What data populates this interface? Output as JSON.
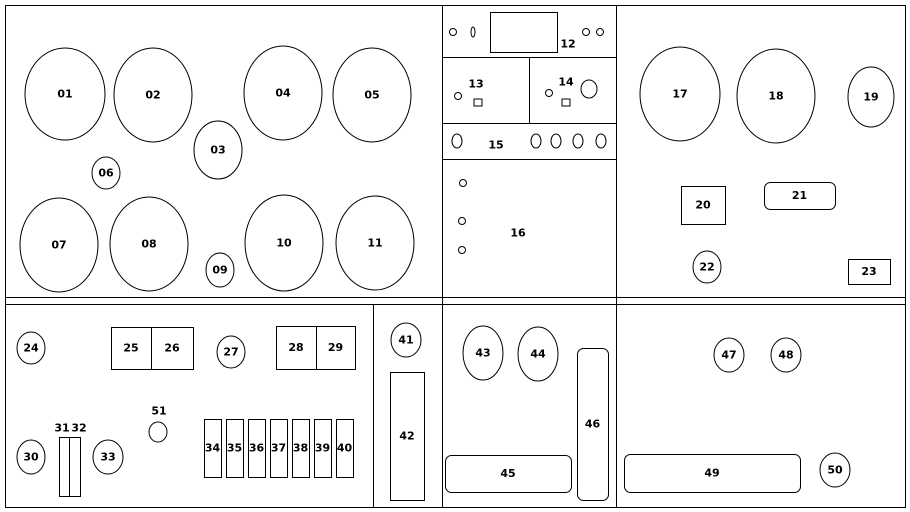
{
  "diagram": {
    "components": [
      {
        "id": "c01",
        "label": "01",
        "shape": "circle"
      },
      {
        "id": "c02",
        "label": "02",
        "shape": "circle"
      },
      {
        "id": "c03",
        "label": "03",
        "shape": "circle"
      },
      {
        "id": "c04",
        "label": "04",
        "shape": "circle"
      },
      {
        "id": "c05",
        "label": "05",
        "shape": "circle"
      },
      {
        "id": "c06",
        "label": "06",
        "shape": "circle"
      },
      {
        "id": "c07",
        "label": "07",
        "shape": "circle"
      },
      {
        "id": "c08",
        "label": "08",
        "shape": "circle"
      },
      {
        "id": "c09",
        "label": "09",
        "shape": "circle"
      },
      {
        "id": "c10",
        "label": "10",
        "shape": "circle"
      },
      {
        "id": "c11",
        "label": "11",
        "shape": "circle"
      },
      {
        "id": "c12",
        "label": "12",
        "shape": "rect"
      },
      {
        "id": "c13",
        "label": "13",
        "shape": "rect"
      },
      {
        "id": "c14",
        "label": "14",
        "shape": "rect"
      },
      {
        "id": "c15",
        "label": "15",
        "shape": "rect"
      },
      {
        "id": "c16",
        "label": "16",
        "shape": "rect"
      },
      {
        "id": "c17",
        "label": "17",
        "shape": "circle"
      },
      {
        "id": "c18",
        "label": "18",
        "shape": "circle"
      },
      {
        "id": "c19",
        "label": "19",
        "shape": "circle"
      },
      {
        "id": "c20",
        "label": "20",
        "shape": "rect"
      },
      {
        "id": "c21",
        "label": "21",
        "shape": "rounded-rect"
      },
      {
        "id": "c22",
        "label": "22",
        "shape": "circle"
      },
      {
        "id": "c23",
        "label": "23",
        "shape": "rect"
      },
      {
        "id": "c24",
        "label": "24",
        "shape": "circle"
      },
      {
        "id": "c25",
        "label": "25",
        "shape": "rect"
      },
      {
        "id": "c26",
        "label": "26",
        "shape": "rect"
      },
      {
        "id": "c27",
        "label": "27",
        "shape": "circle"
      },
      {
        "id": "c28",
        "label": "28",
        "shape": "rect"
      },
      {
        "id": "c29",
        "label": "29",
        "shape": "rect"
      },
      {
        "id": "c30",
        "label": "30",
        "shape": "circle"
      },
      {
        "id": "c31",
        "label": "31",
        "shape": "rect"
      },
      {
        "id": "c32",
        "label": "32",
        "shape": "rect"
      },
      {
        "id": "c33",
        "label": "33",
        "shape": "circle"
      },
      {
        "id": "c34",
        "label": "34",
        "shape": "rect"
      },
      {
        "id": "c35",
        "label": "35",
        "shape": "rect"
      },
      {
        "id": "c36",
        "label": "36",
        "shape": "rect"
      },
      {
        "id": "c37",
        "label": "37",
        "shape": "rect"
      },
      {
        "id": "c38",
        "label": "38",
        "shape": "rect"
      },
      {
        "id": "c39",
        "label": "39",
        "shape": "rect"
      },
      {
        "id": "c40",
        "label": "40",
        "shape": "rect"
      },
      {
        "id": "c41",
        "label": "41",
        "shape": "circle"
      },
      {
        "id": "c42",
        "label": "42",
        "shape": "rect"
      },
      {
        "id": "c43",
        "label": "43",
        "shape": "circle"
      },
      {
        "id": "c44",
        "label": "44",
        "shape": "circle"
      },
      {
        "id": "c45",
        "label": "45",
        "shape": "rounded-rect"
      },
      {
        "id": "c46",
        "label": "46",
        "shape": "rounded-rect"
      },
      {
        "id": "c47",
        "label": "47",
        "shape": "circle"
      },
      {
        "id": "c48",
        "label": "48",
        "shape": "circle"
      },
      {
        "id": "c49",
        "label": "49",
        "shape": "rounded-rect"
      },
      {
        "id": "c50",
        "label": "50",
        "shape": "circle"
      },
      {
        "id": "c51",
        "label": "51",
        "shape": "circle"
      }
    ]
  }
}
